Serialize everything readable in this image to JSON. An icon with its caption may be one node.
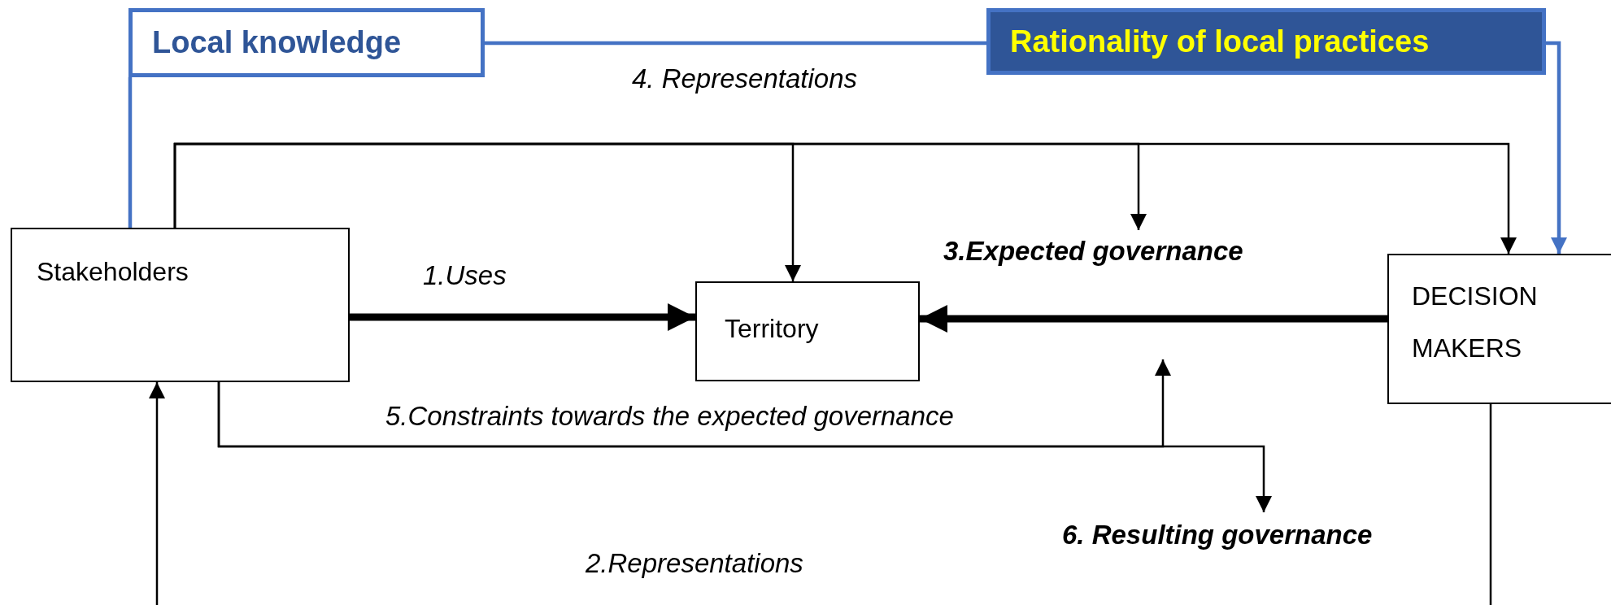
{
  "diagram": {
    "nodes": [
      {
        "text": [
          "Local knowledge"
        ]
      },
      {
        "text": [
          "Rationality of local practices"
        ]
      },
      {
        "text": [
          "Stakeholders"
        ]
      },
      {
        "text": [
          "Territory"
        ]
      },
      {
        "text": [
          "3.Expected governance"
        ]
      },
      {
        "text": [
          "DECISION MAKERS"
        ]
      },
      {
        "text": [
          "6. Resulting governance"
        ]
      }
    ],
    "edges": [
      {
        "from": 2,
        "to": 0,
        "arrow": "none",
        "color": "#4472c4"
      },
      {
        "from": 0,
        "to": 1,
        "arrow": "none",
        "color": "#4472c4"
      },
      {
        "from": 1,
        "to": 5,
        "arrow": "to",
        "color": "#4472c4"
      },
      {
        "from": 2,
        "to": 3,
        "arrow": "to",
        "label": "1.Uses",
        "style": "thick"
      },
      {
        "from": 2,
        "to": 3,
        "arrow": "to"
      },
      {
        "from": 2,
        "to": 4,
        "arrow": "to"
      },
      {
        "from": 2,
        "to": 5,
        "arrow": "to"
      },
      {
        "from": 5,
        "to": 3,
        "arrow": "to",
        "style": "thick"
      },
      {
        "from": 2,
        "to": 6,
        "arrow": "to"
      },
      {
        "from": 2,
        "to": null,
        "arrow": "to"
      },
      {
        "from": null,
        "to": 2,
        "arrow": "to"
      },
      {
        "from": 5,
        "to": null,
        "arrow": "none"
      }
    ],
    "labels": [
      "4. Representations",
      "5.Constraints towards the expected governance",
      "2.Representations"
    ]
  }
}
